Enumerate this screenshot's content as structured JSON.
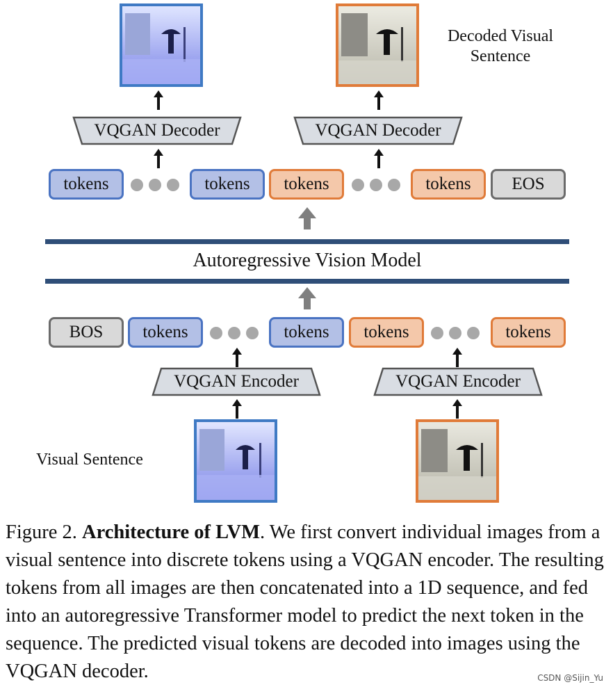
{
  "top": {
    "decoded_label": "Decoded Visual\nSentence",
    "decoder_label": "VQGAN Decoder",
    "tokens_label": "tokens",
    "eos_label": "EOS"
  },
  "middle": {
    "model_label": "Autoregressive Vision Model"
  },
  "bottom": {
    "bos_label": "BOS",
    "tokens_label": "tokens",
    "encoder_label": "VQGAN Encoder",
    "visual_sentence_label": "Visual Sentence"
  },
  "caption": {
    "prefix": "Figure 2. ",
    "bold": "Architecture of LVM",
    "rest": ". We first convert individual images from a visual sentence into discrete tokens using a VQGAN encoder. The resulting tokens from all images are then concatenated into a 1D sequence, and fed into an autoregressive Transformer model to predict the next token in the sequence. The predicted visual tokens are decoded into images using the VQGAN decoder."
  },
  "watermark": "CSDN @Sijin_Yu",
  "colors": {
    "blue_fill": "#b3c0e6",
    "blue_border": "#4a73c2",
    "orange_fill": "#f4c8aa",
    "orange_border": "#e07b39",
    "bar": "#2f4e78",
    "gray_arrow": "#7f7f7f"
  }
}
